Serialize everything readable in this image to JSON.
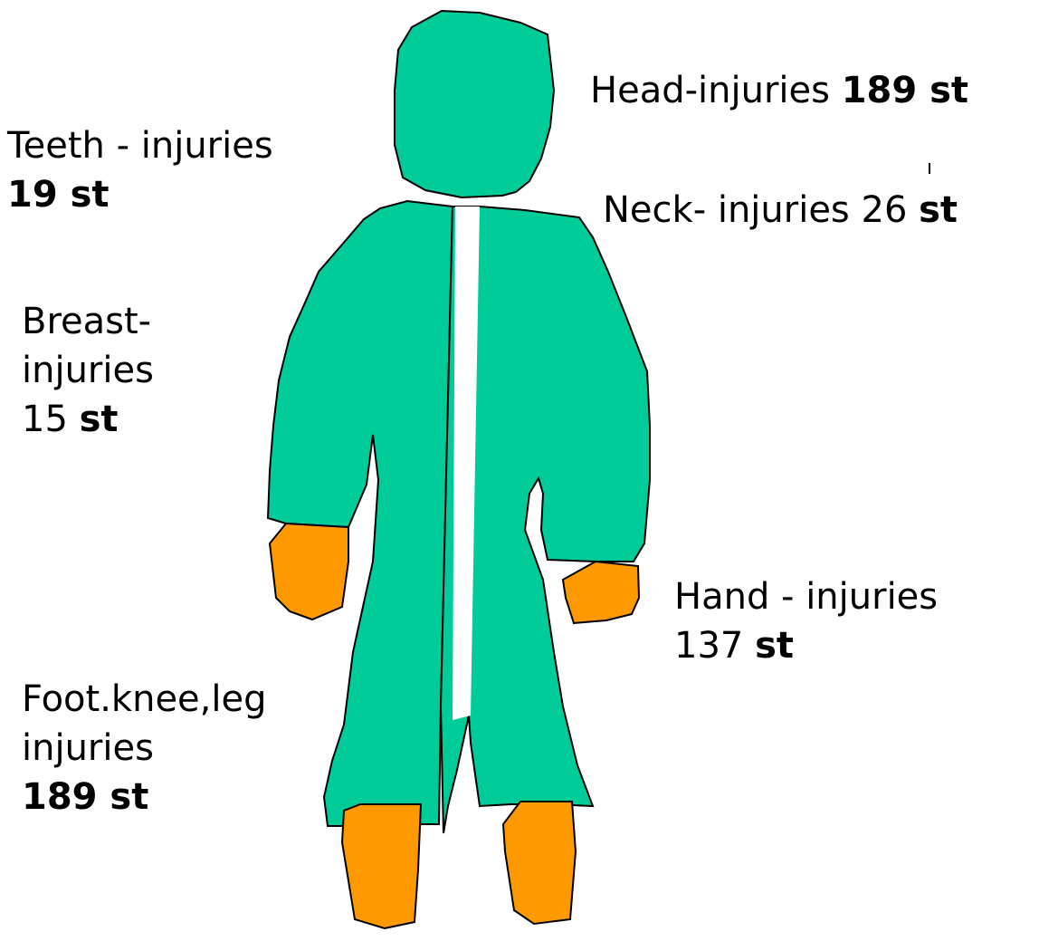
{
  "colors": {
    "body": "#00cc99",
    "extremities": "#ff9900",
    "outline": "#000000",
    "spine": "#ffffff"
  },
  "labels": {
    "head": {
      "text": "Head-injuries",
      "count": "189 st"
    },
    "teeth": {
      "text": "Teeth - injuries",
      "count": "19 st"
    },
    "neck": {
      "text": "Neck- injuries 26",
      "unit": "st"
    },
    "breast": {
      "line1": "Breast-",
      "line2": "injuries",
      "count": "15",
      "unit": "st"
    },
    "hand": {
      "text": "Hand - injuries",
      "count": "137",
      "unit": "st"
    },
    "foot": {
      "line1": "Foot.knee,leg",
      "line2": "injuries",
      "count": "189 st"
    }
  }
}
